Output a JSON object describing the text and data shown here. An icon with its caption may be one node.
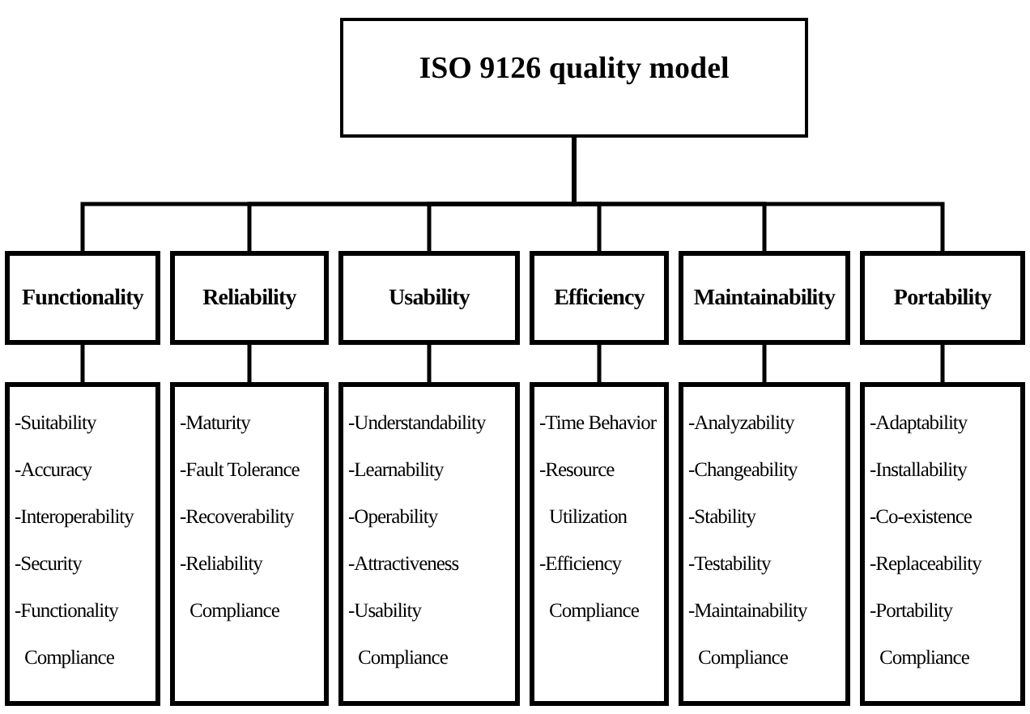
{
  "diagram": {
    "nodes": [
      {
        "text": [
          "ISO 9126 quality model"
        ]
      },
      {
        "text": [
          "Functionality"
        ]
      },
      {
        "text": [
          "Reliability"
        ]
      },
      {
        "text": [
          "Usability"
        ]
      },
      {
        "text": [
          "Efficiency"
        ]
      },
      {
        "text": [
          "Maintainability"
        ]
      },
      {
        "text": [
          "Portability"
        ]
      },
      {
        "text": [
          "-Suitability",
          "-Accuracy",
          "-Interoperability",
          "-Security",
          "-Functionality Compliance"
        ]
      },
      {
        "text": [
          "-Maturity",
          "-Fault Tolerance",
          "-Recoverability",
          "-Reliability Compliance"
        ]
      },
      {
        "text": [
          "-Understandability",
          "-Learnability",
          "-Operability",
          "-Attractiveness",
          "-Usability Compliance"
        ]
      },
      {
        "text": [
          "-Time Behavior",
          "-Resource Utilization",
          "-Efficiency Compliance"
        ]
      },
      {
        "text": [
          "-Analyzability",
          "-Changeability",
          "-Stability",
          "-Testability",
          "-Maintainability Compliance"
        ]
      },
      {
        "text": [
          "-Adaptability",
          "-Installability",
          "-Co-existence",
          "-Replaceability",
          "-Portability Compliance"
        ]
      }
    ],
    "edges": [
      {
        "from": 0,
        "to": 1,
        "arrow": "none"
      },
      {
        "from": 0,
        "to": 2,
        "arrow": "none"
      },
      {
        "from": 0,
        "to": 3,
        "arrow": "none"
      },
      {
        "from": 0,
        "to": 4,
        "arrow": "none"
      },
      {
        "from": 0,
        "to": 5,
        "arrow": "none"
      },
      {
        "from": 0,
        "to": 6,
        "arrow": "none"
      },
      {
        "from": 1,
        "to": 7,
        "arrow": "none"
      },
      {
        "from": 2,
        "to": 8,
        "arrow": "none"
      },
      {
        "from": 3,
        "to": 9,
        "arrow": "none"
      },
      {
        "from": 4,
        "to": 10,
        "arrow": "none"
      },
      {
        "from": 5,
        "to": 11,
        "arrow": "none"
      },
      {
        "from": 6,
        "to": 12,
        "arrow": "none"
      }
    ]
  }
}
